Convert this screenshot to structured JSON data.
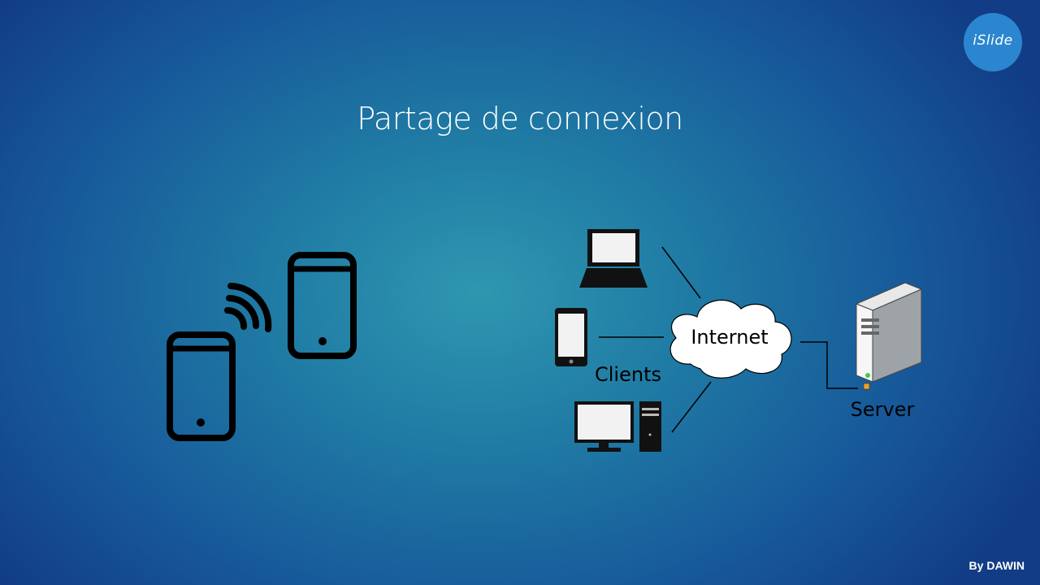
{
  "slide": {
    "title": "Partage de connexion",
    "footer": "By DAWIN",
    "logo": {
      "text": "iSlide",
      "color": "#2b86cf"
    }
  },
  "left_diagram": {
    "description_icons": [
      "phone-icon",
      "wifi-signal-icon",
      "phone-icon"
    ]
  },
  "network_diagram": {
    "cloud_label": "Internet",
    "clients_label": "Clients",
    "server_label": "Server",
    "icons": [
      "laptop-icon",
      "smartphone-icon",
      "desktop-computer-icon",
      "cloud-icon",
      "server-icon"
    ]
  },
  "colors": {
    "background_center": "#2f97b0",
    "background_edge": "#123d86",
    "icon_stroke": "#000000",
    "text": "#ffffff"
  }
}
